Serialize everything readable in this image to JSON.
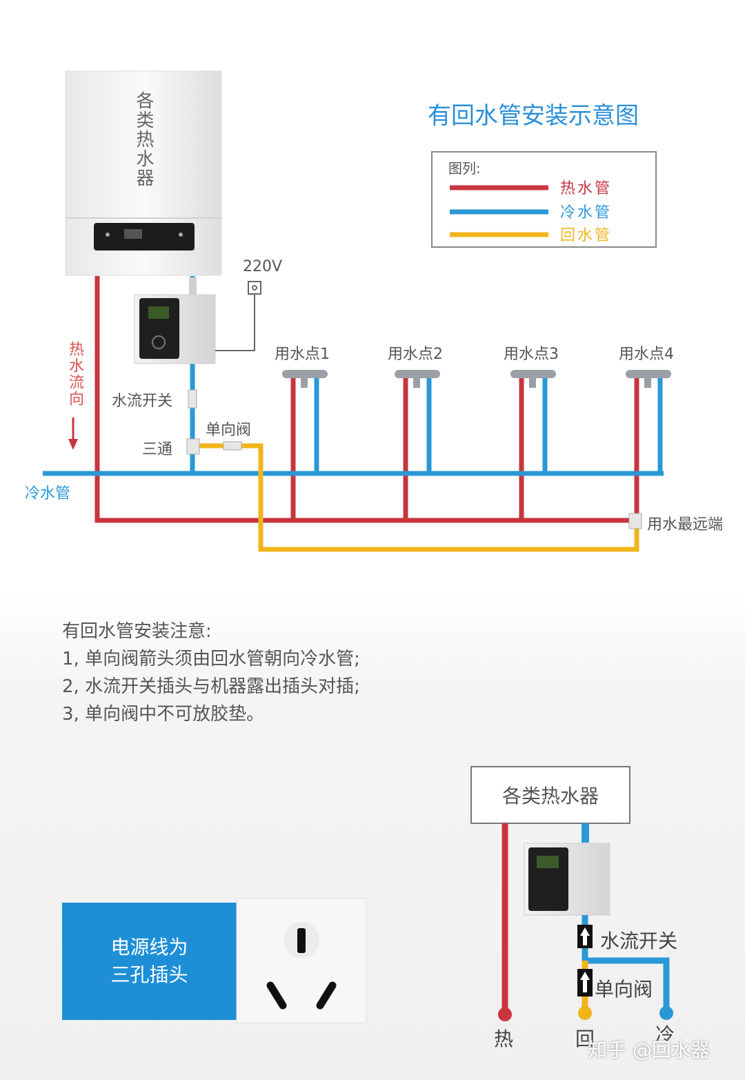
{
  "title": "有回水管安装示意图",
  "heater_label": "各类热水器",
  "voltage_label": "220V",
  "hot_flow_label": "热水流向",
  "legend": {
    "title": "图列:",
    "items": [
      {
        "label": "热水管",
        "color": "#c8353f"
      },
      {
        "label": "冷水管",
        "color": "#2a98d6"
      },
      {
        "label": "回水管",
        "color": "#f1b51c"
      }
    ]
  },
  "labels": {
    "flow_switch": "水流开关",
    "tee": "三通",
    "check_valve": "单向阀",
    "cold_pipe": "冷水管",
    "farthest": "用水最远端",
    "outlets": [
      "用水点1",
      "用水点2",
      "用水点3",
      "用水点4"
    ]
  },
  "notes": {
    "heading": "有回水管安装注意:",
    "items": [
      "1, 单向阀箭头须由回水管朝向冷水管;",
      "2, 水流开关插头与机器露出插头对插;",
      "3, 单向阀中不可放胶垫。"
    ]
  },
  "power": {
    "line1": "电源线为",
    "line2": "三孔插头"
  },
  "detail": {
    "heater_label": "各类热水器",
    "flow_switch": "水流开关",
    "check_valve": "单向阀",
    "hot": "热",
    "return": "回",
    "cold": "冷"
  },
  "watermark": "知乎 @回水器",
  "colors": {
    "hot": "#c8353f",
    "cold": "#2a98d6",
    "return": "#f1b51c",
    "accent_blue": "#1e8fd6"
  }
}
